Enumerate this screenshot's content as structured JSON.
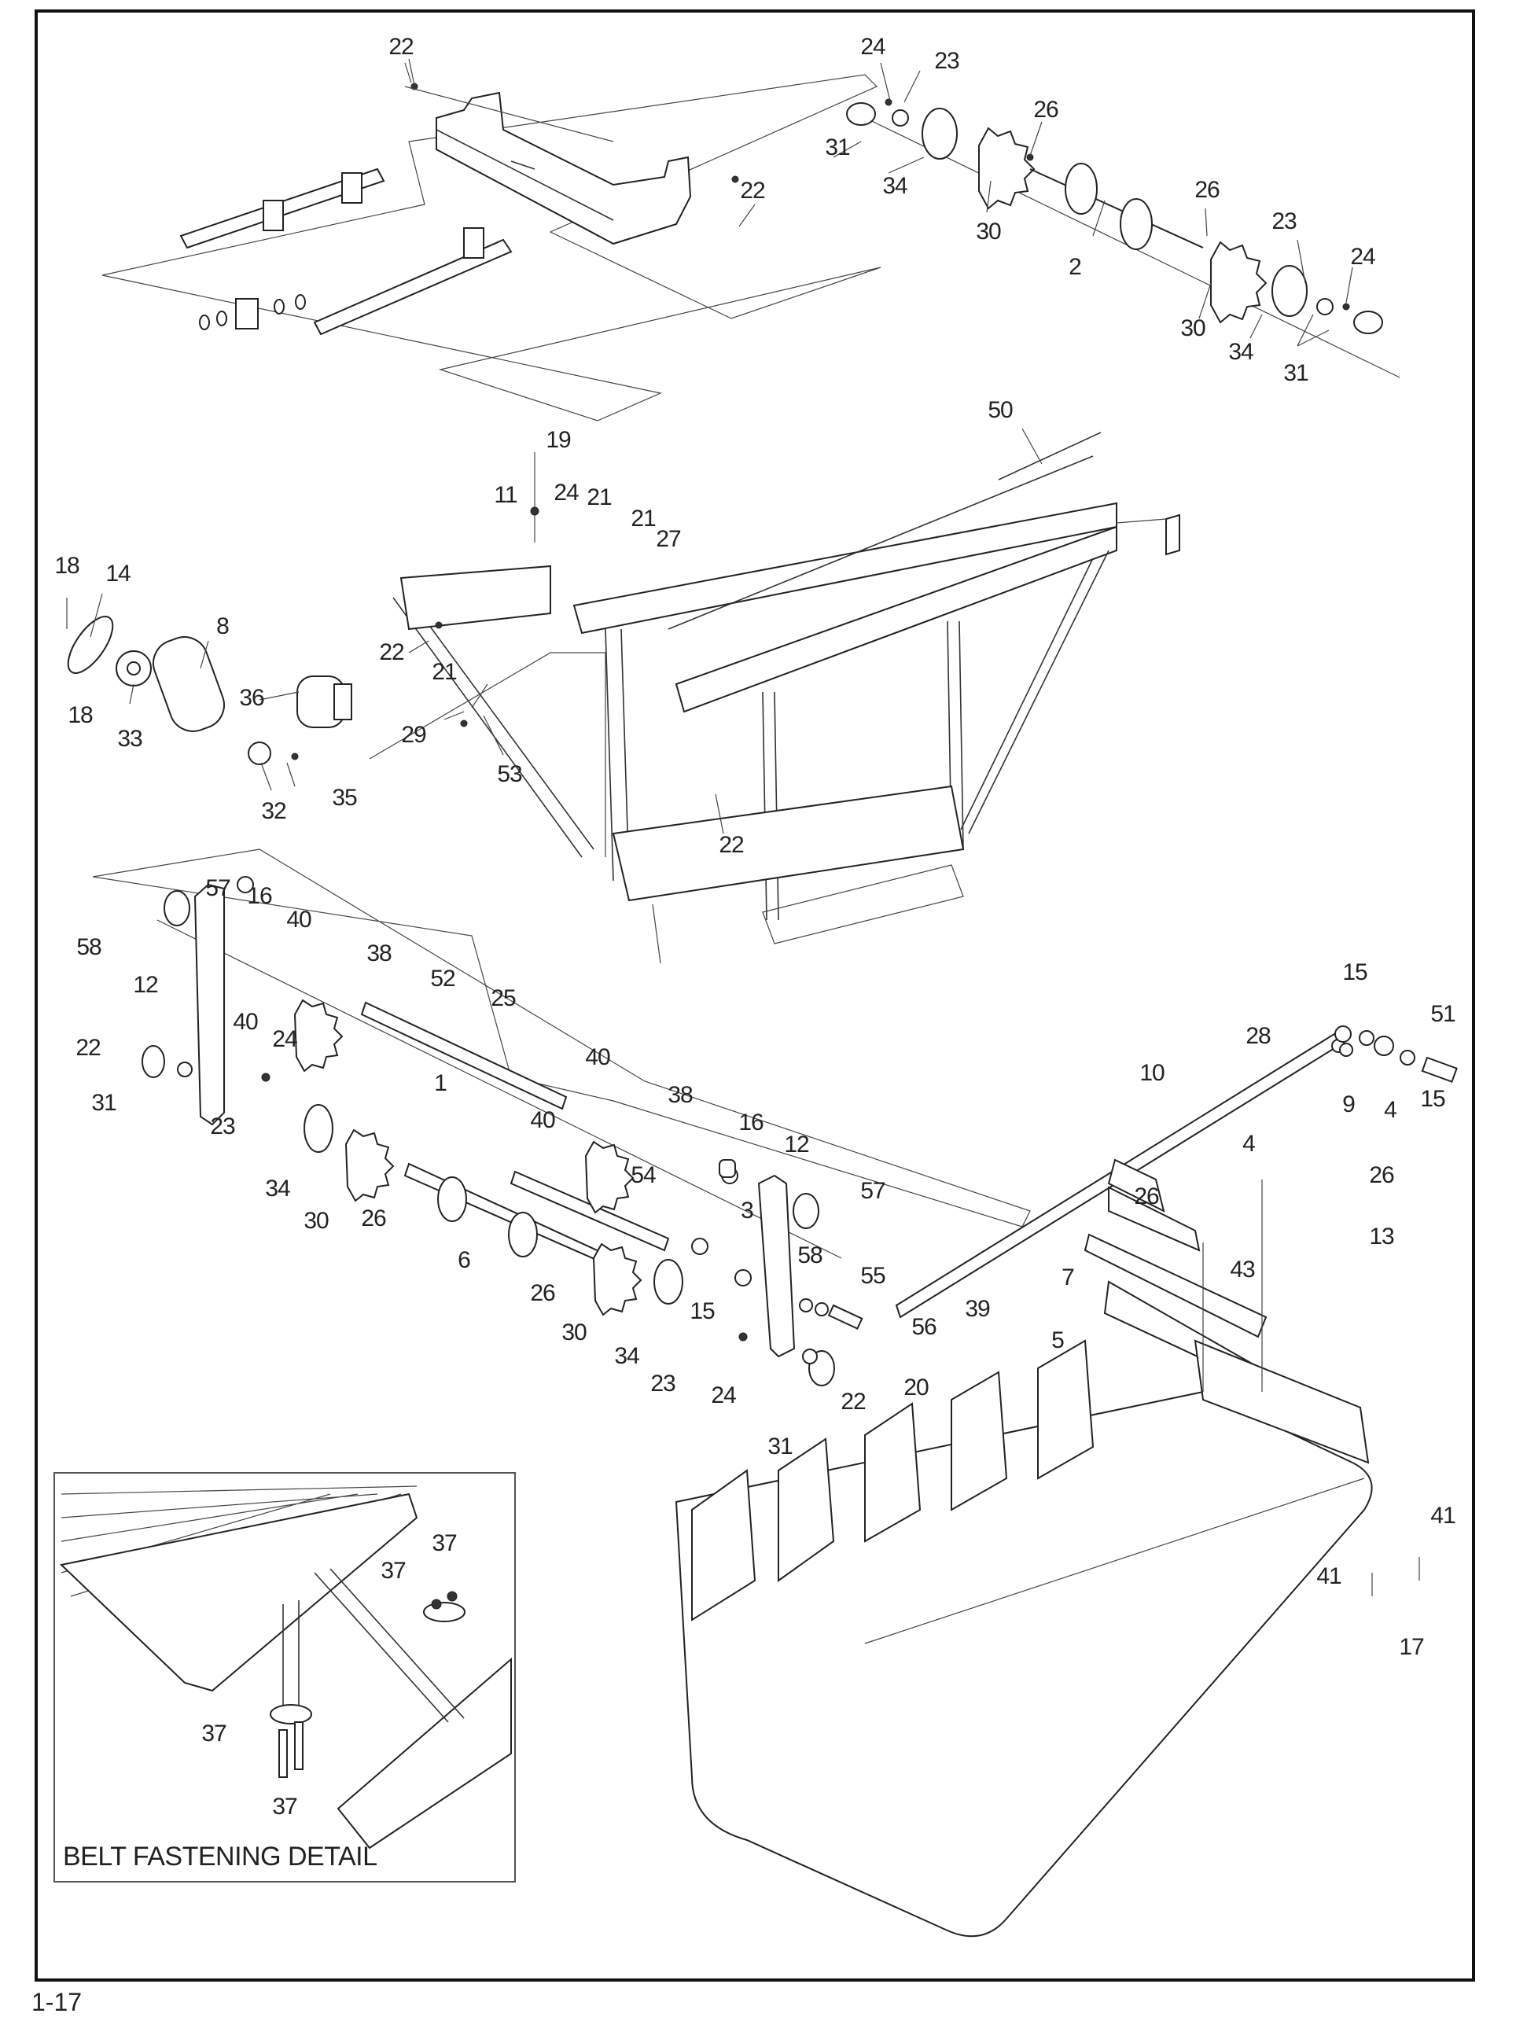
{
  "page": {
    "page_number": "1-17",
    "inset_title": "BELT FASTENING DETAIL"
  },
  "callouts": [
    {
      "id": "c-22-a",
      "label": "22"
    },
    {
      "id": "c-22-b",
      "label": "22"
    },
    {
      "id": "c-24-a",
      "label": "24"
    },
    {
      "id": "c-23-a",
      "label": "23"
    },
    {
      "id": "c-31-a",
      "label": "31"
    },
    {
      "id": "c-26-a",
      "label": "26"
    },
    {
      "id": "c-34-a",
      "label": "34"
    },
    {
      "id": "c-30-a",
      "label": "30"
    },
    {
      "id": "c-2",
      "label": "2"
    },
    {
      "id": "c-26-b",
      "label": "26"
    },
    {
      "id": "c-23-b",
      "label": "23"
    },
    {
      "id": "c-24-b",
      "label": "24"
    },
    {
      "id": "c-30-b",
      "label": "30"
    },
    {
      "id": "c-34-b",
      "label": "34"
    },
    {
      "id": "c-31-b",
      "label": "31"
    },
    {
      "id": "c-50",
      "label": "50"
    },
    {
      "id": "c-19",
      "label": "19"
    },
    {
      "id": "c-11",
      "label": "11"
    },
    {
      "id": "c-24-c",
      "label": "24"
    },
    {
      "id": "c-21-a",
      "label": "21"
    },
    {
      "id": "c-21-b",
      "label": "21"
    },
    {
      "id": "c-27",
      "label": "27"
    },
    {
      "id": "c-18-a",
      "label": "18"
    },
    {
      "id": "c-14",
      "label": "14"
    },
    {
      "id": "c-8",
      "label": "8"
    },
    {
      "id": "c-18-b",
      "label": "18"
    },
    {
      "id": "c-33",
      "label": "33"
    },
    {
      "id": "c-36",
      "label": "36"
    },
    {
      "id": "c-22-c",
      "label": "22"
    },
    {
      "id": "c-21-c",
      "label": "21"
    },
    {
      "id": "c-29",
      "label": "29"
    },
    {
      "id": "c-53",
      "label": "53"
    },
    {
      "id": "c-32",
      "label": "32"
    },
    {
      "id": "c-35",
      "label": "35"
    },
    {
      "id": "c-22-d",
      "label": "22"
    },
    {
      "id": "c-57-a",
      "label": "57"
    },
    {
      "id": "c-16-a",
      "label": "16"
    },
    {
      "id": "c-40-a",
      "label": "40"
    },
    {
      "id": "c-58-a",
      "label": "58"
    },
    {
      "id": "c-38-a",
      "label": "38"
    },
    {
      "id": "c-12-a",
      "label": "12"
    },
    {
      "id": "c-52",
      "label": "52"
    },
    {
      "id": "c-40-b",
      "label": "40"
    },
    {
      "id": "c-25-a",
      "label": "25"
    },
    {
      "id": "c-22-e",
      "label": "22"
    },
    {
      "id": "c-24-d",
      "label": "24"
    },
    {
      "id": "c-1",
      "label": "1"
    },
    {
      "id": "c-40-c",
      "label": "40"
    },
    {
      "id": "c-31-c",
      "label": "31"
    },
    {
      "id": "c-23-c",
      "label": "23"
    },
    {
      "id": "c-38-b",
      "label": "38"
    },
    {
      "id": "c-40-d",
      "label": "40"
    },
    {
      "id": "c-34-c",
      "label": "34"
    },
    {
      "id": "c-30-c",
      "label": "30"
    },
    {
      "id": "c-26-c",
      "label": "26"
    },
    {
      "id": "c-16-b",
      "label": "16"
    },
    {
      "id": "c-12-b",
      "label": "12"
    },
    {
      "id": "c-54",
      "label": "54"
    },
    {
      "id": "c-57-b",
      "label": "57"
    },
    {
      "id": "c-6",
      "label": "6"
    },
    {
      "id": "c-3",
      "label": "3"
    },
    {
      "id": "c-58-b",
      "label": "58"
    },
    {
      "id": "c-55",
      "label": "55"
    },
    {
      "id": "c-26-d",
      "label": "26"
    },
    {
      "id": "c-15-a",
      "label": "15"
    },
    {
      "id": "c-56",
      "label": "56"
    },
    {
      "id": "c-30-d",
      "label": "30"
    },
    {
      "id": "c-34-d",
      "label": "34"
    },
    {
      "id": "c-23-d",
      "label": "23"
    },
    {
      "id": "c-24-e",
      "label": "24"
    },
    {
      "id": "c-20",
      "label": "20"
    },
    {
      "id": "c-22-f",
      "label": "22"
    },
    {
      "id": "c-31-d",
      "label": "31"
    },
    {
      "id": "c-39",
      "label": "39"
    },
    {
      "id": "c-15-b",
      "label": "15"
    },
    {
      "id": "c-28",
      "label": "28"
    },
    {
      "id": "c-51",
      "label": "51"
    },
    {
      "id": "c-10",
      "label": "10"
    },
    {
      "id": "c-9",
      "label": "9"
    },
    {
      "id": "c-4-a",
      "label": "4"
    },
    {
      "id": "c-15-c",
      "label": "15"
    },
    {
      "id": "c-4-b",
      "label": "4"
    },
    {
      "id": "c-26-e",
      "label": "26"
    },
    {
      "id": "c-26-f",
      "label": "26"
    },
    {
      "id": "c-13",
      "label": "13"
    },
    {
      "id": "c-43",
      "label": "43"
    },
    {
      "id": "c-7",
      "label": "7"
    },
    {
      "id": "c-5",
      "label": "5"
    },
    {
      "id": "c-41-a",
      "label": "41"
    },
    {
      "id": "c-41-b",
      "label": "41"
    },
    {
      "id": "c-17",
      "label": "17"
    },
    {
      "id": "c-37-a",
      "label": "37"
    },
    {
      "id": "c-37-b",
      "label": "37"
    },
    {
      "id": "c-37-c",
      "label": "37"
    },
    {
      "id": "c-37-d",
      "label": "37"
    }
  ]
}
